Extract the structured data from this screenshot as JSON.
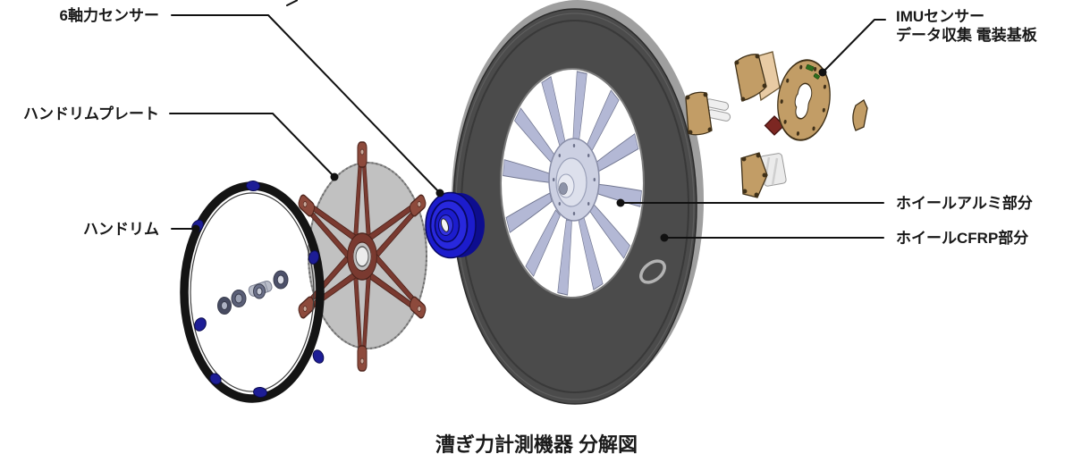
{
  "diagram": {
    "caption": "漕ぎ力計測機器 分解図",
    "labels": {
      "six_axis_sensor": "6軸力センサー",
      "handrim_plate": "ハンドリムプレート",
      "handrim": "ハンドリム",
      "imu_sensor_line1": "IMUセンサー",
      "imu_sensor_line2": "データ収集 電装基板",
      "wheel_aluminum": "ホイールアルミ部分",
      "wheel_cfrp": "ホイールCFRP部分"
    },
    "colors": {
      "tire_cfrp": "#4b4b4b",
      "aluminum_spokes": "#b3b8d5",
      "sensor_blue": "#1c1ccd",
      "plate_red": "#7a3a30",
      "pcb_tan": "#c29d66",
      "handrim_black": "#141414",
      "tab_blue": "#1d1d96",
      "callout": "#111111"
    }
  }
}
